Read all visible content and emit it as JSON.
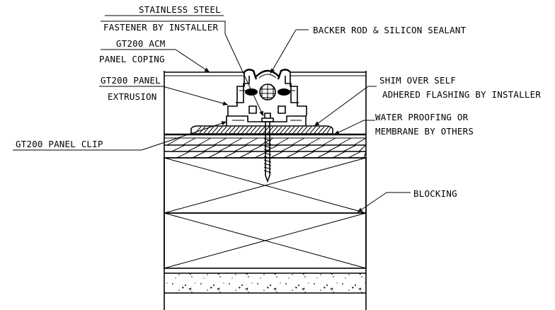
{
  "labels": {
    "stainless_steel": "STAINLESS STEEL",
    "fastener_by_installer": "FASTENER BY INSTALLER",
    "backer_rod": "BACKER ROD & SILICON SEALANT",
    "acm_line1": "GT200 ACM",
    "acm_line2": "PANEL COPING",
    "panel_line1": "GT200 PANEL",
    "panel_line2": "EXTRUSION",
    "shim_line1": "SHIM OVER SELF",
    "shim_line2": "ADHERED FLASHING BY INSTALLER",
    "water_line1": "WATER PROOFING OR",
    "water_line2": "MEMBRANE BY OTHERS",
    "panel_clip": "GT200 PANEL CLIP",
    "blocking": "BLOCKING"
  }
}
